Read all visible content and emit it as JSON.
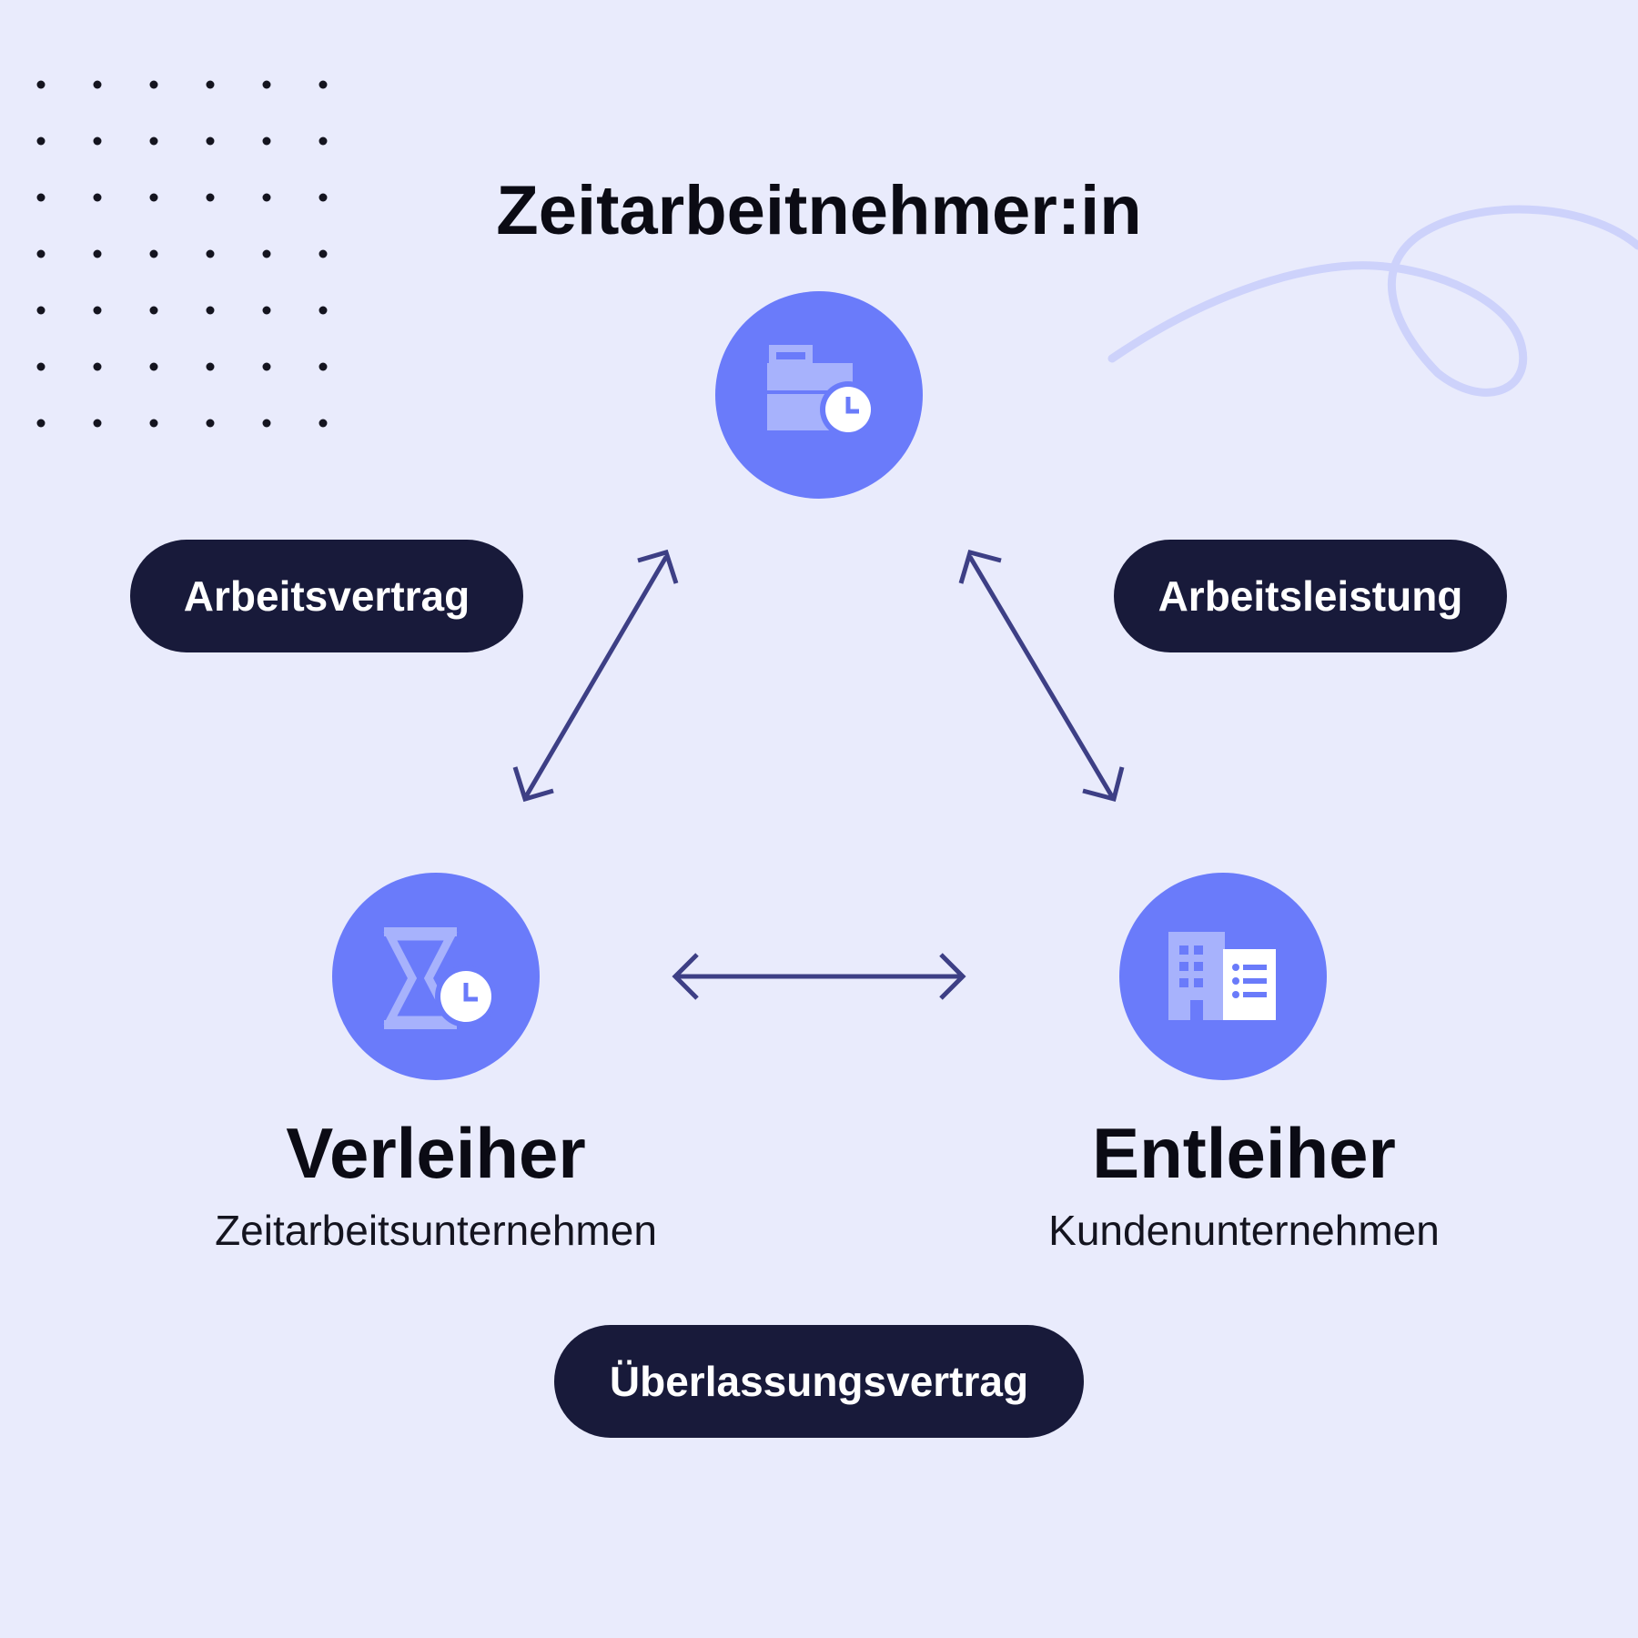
{
  "title": "Zeitarbeitnehmer:in",
  "nodes": {
    "worker": {
      "icon": "briefcase-clock-icon"
    },
    "lender": {
      "title": "Verleiher",
      "subtitle": "Zeitarbeitsunternehmen",
      "icon": "hourglass-clock-icon"
    },
    "borrower": {
      "title": "Entleiher",
      "subtitle": "Kundenunternehmen",
      "icon": "building-list-icon"
    }
  },
  "relations": {
    "worker_lender": "Arbeitsvertrag",
    "worker_borrower": "Arbeitsleistung",
    "lender_borrower": "Überlassungsvertrag"
  },
  "colors": {
    "background": "#e9ebfc",
    "node_fill": "#6a7bfa",
    "icon_light": "#a7b2fc",
    "pill_fill": "#181a3a",
    "arrow": "#3d3f85",
    "dot": "#14141f",
    "swirl": "#cdd2fb"
  }
}
